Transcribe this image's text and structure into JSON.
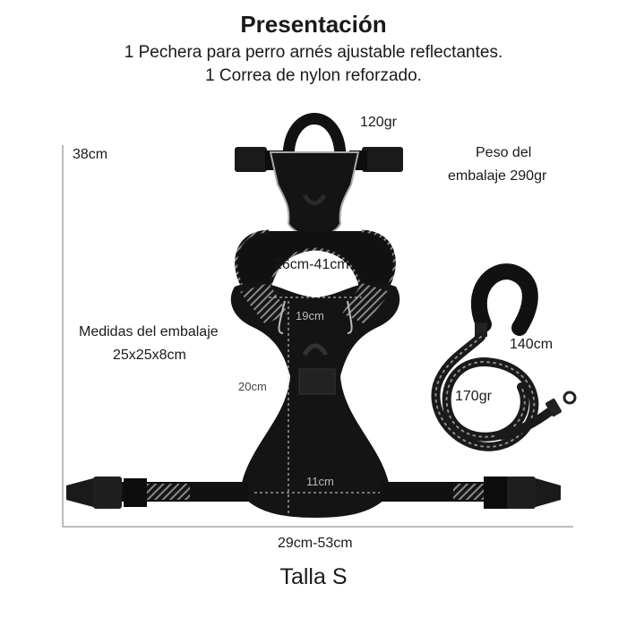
{
  "header": {
    "title": "Presentación",
    "line1": "1 Pechera para perro arnés ajustable reflectantes.",
    "line2": "1 Correa de nylon reforzado."
  },
  "labels": {
    "harness_weight": "120gr",
    "package_weight_line1": "Peso del",
    "package_weight_line2": "embalaje 290gr",
    "height": "38cm",
    "neck_range": "26cm-41cm",
    "chest_top": "19cm",
    "package_dims_line1": "Medidas del embalaje",
    "package_dims_line2": "25x25x8cm",
    "body_length": "20cm",
    "bottom_width": "11cm",
    "leash_length": "140cm",
    "leash_weight": "170gr",
    "girth_range": "29cm-53cm"
  },
  "footer": {
    "size": "Talla S"
  },
  "colors": {
    "harness": "#111111",
    "reflective": "#cfcfcf",
    "measure_line": "#777777"
  }
}
